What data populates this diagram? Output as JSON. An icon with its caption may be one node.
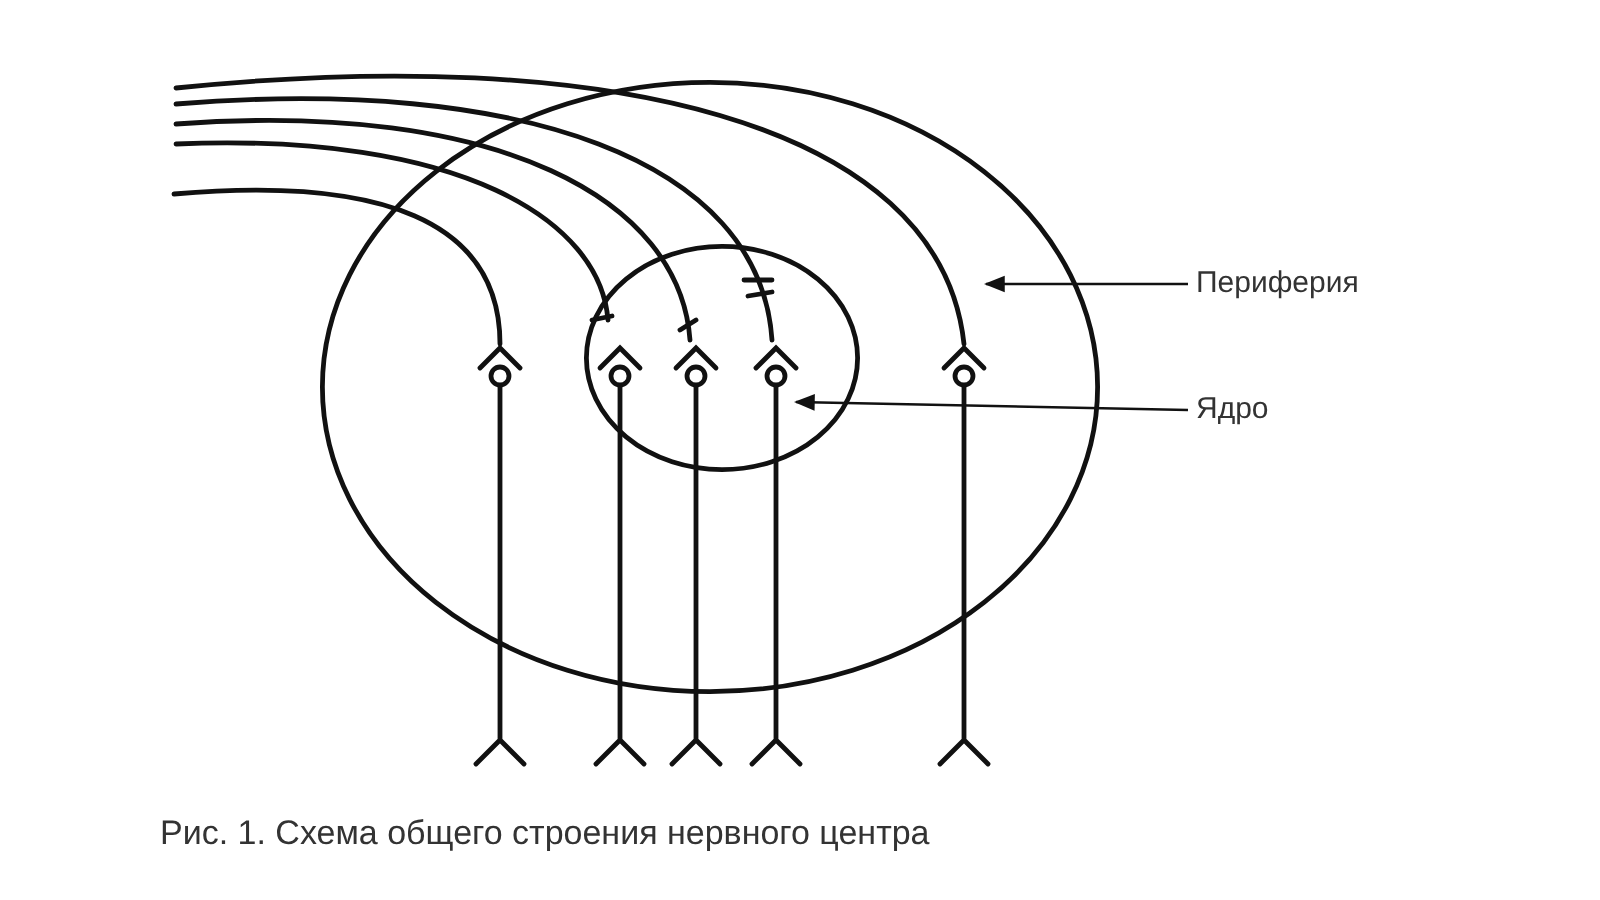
{
  "diagram": {
    "caption": "Рис. 1. Схема общего строения нервного центра",
    "nodes": [
      {
        "text": [],
        "shape": "circle"
      },
      {
        "text": [],
        "shape": "circle",
        "in": 0
      },
      {
        "text": [
          "Периферия"
        ]
      },
      {
        "text": [
          "Ядро"
        ]
      }
    ],
    "edges": [
      {
        "from": 2,
        "to": 0,
        "arrow": "to"
      },
      {
        "from": 3,
        "to": 1,
        "arrow": "to"
      }
    ]
  }
}
